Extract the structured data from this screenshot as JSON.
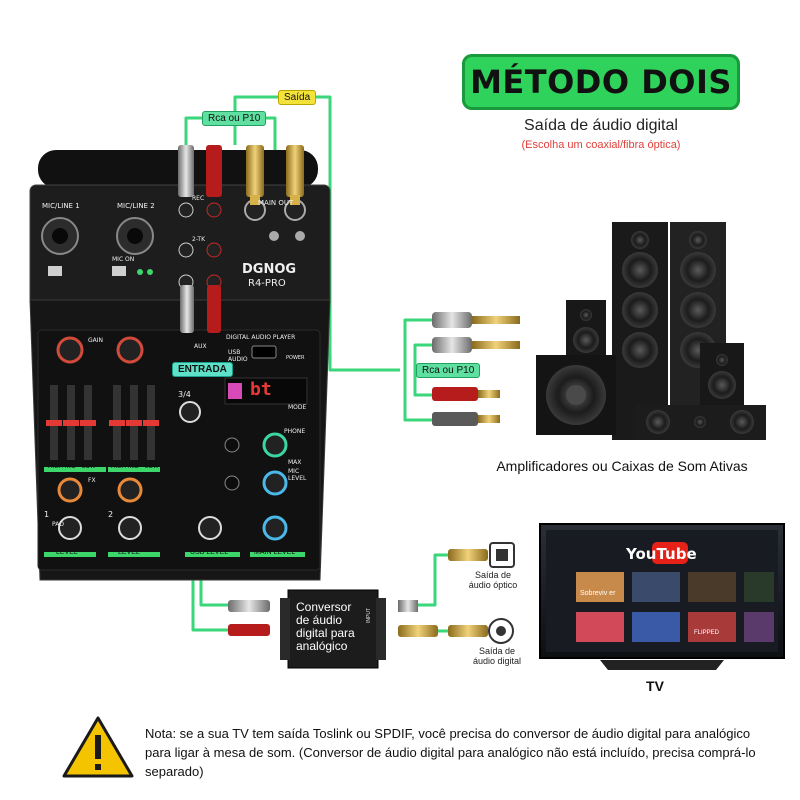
{
  "title": "MÉTODO DOIS",
  "subtitle": "Saída de áudio digital",
  "subtitle_note": "(Escolha um coaxial/fibra óptica)",
  "labels": {
    "saida": "Saída",
    "rca_p10_top": "Rca ou P10",
    "rca_p10_mid": "Rca ou P10",
    "entrada": "ENTRADA"
  },
  "mixer": {
    "brand": "DGNOG",
    "model": "R4-PRO",
    "mic_line_1": "MIC/LINE 1",
    "mic_line_2": "MIC/LINE 2",
    "main_out": "MAIN OUT",
    "rec": "REC",
    "tk2": "2-TK",
    "aux": "AUX",
    "digital_player": "DIGITAL AUDIO PLAYER",
    "usb_audio": "USB AUDIO",
    "power": "POWER",
    "display": "bt",
    "mode": "MODE",
    "phone": "PHONE",
    "mic_level": "MIC LEVEL",
    "max": "MAX",
    "gain": "GAIN",
    "fx": "FX",
    "level": "LEVEL",
    "usb_level": "USB LEVEL",
    "main_level": "MAIN LEVEL",
    "pad": "PAD",
    "mic_on": "MIC ON",
    "eq": [
      "HIGH",
      "MID",
      "LOW"
    ],
    "ch1": "1",
    "ch2": "2",
    "ch34": "3/4"
  },
  "converter": {
    "line1": "Conversor",
    "line2": "de áudio",
    "line3": "digital para",
    "line4": "analógico",
    "input": "INPUT"
  },
  "optical_caption": [
    "Saída de",
    "áudio óptico"
  ],
  "coax_caption": [
    "Saída de",
    "áudio digital"
  ],
  "speakers_caption": "Amplificadores ou Caixas de Som Ativas",
  "tv": {
    "caption": "TV",
    "app": "YouTube",
    "tiles": [
      "Sobreviv er",
      "",
      "",
      "",
      "",
      "",
      "FLIPPED",
      ""
    ]
  },
  "note": "Nota: se a sua TV tem saída Toslink ou SPDIF, você precisa do conversor de áudio digital para analógico para ligar à mesa de som. (Conversor de áudio digital para analógico não está incluído, precisa comprá-lo separado)",
  "colors": {
    "accent_green": "#2fd25a",
    "cable_green": "#39d67a",
    "warning_yellow": "#f5c400",
    "mixer_body": "#1b1b1b",
    "rca_red": "#c62828",
    "youtube_red": "#e62117"
  }
}
